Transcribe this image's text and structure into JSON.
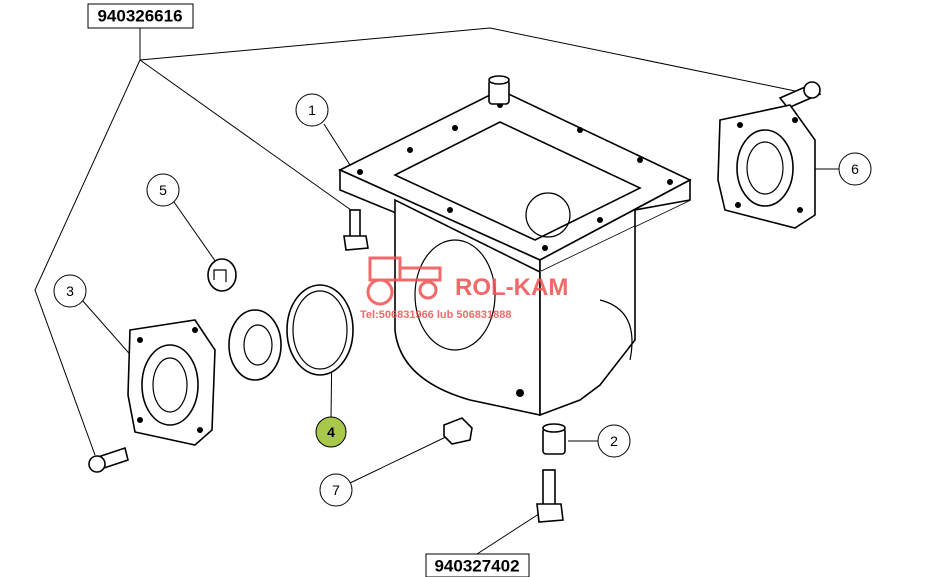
{
  "part_numbers": {
    "top": "940326616",
    "bottom": "940327402"
  },
  "callouts": [
    "1",
    "2",
    "3",
    "4",
    "5",
    "6",
    "7"
  ],
  "highlight_color": "#a8c84a",
  "watermark": {
    "brand": "ROL-KAM",
    "contact": "Tel:506831966 lub 506831888",
    "color": "#f05050"
  }
}
